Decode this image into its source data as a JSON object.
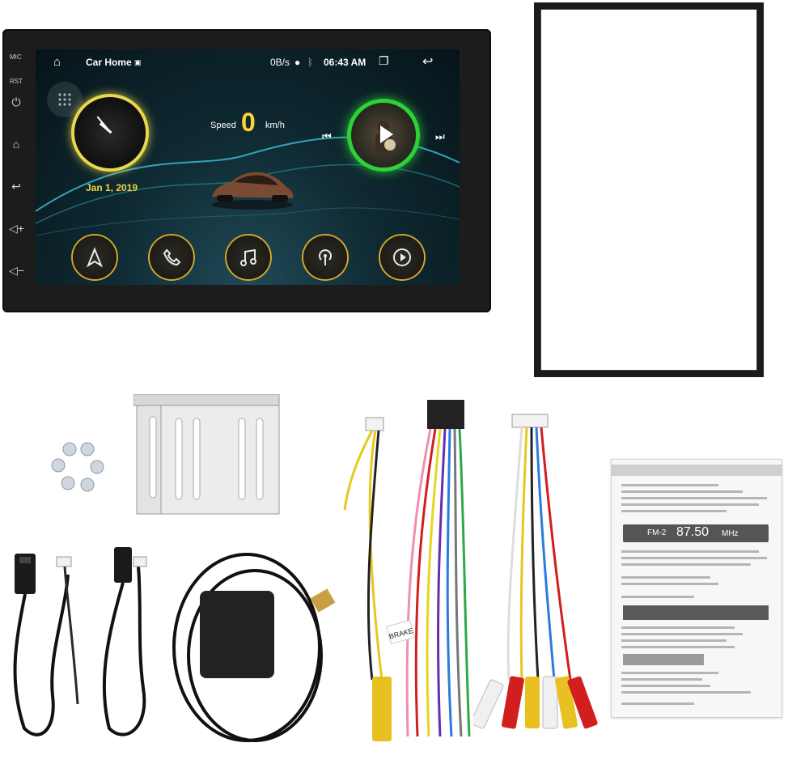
{
  "head_unit": {
    "side_labels": {
      "mic": "MIC",
      "rst": "RST"
    },
    "status_bar": {
      "title": "Car Home",
      "data_rate": "0B/s",
      "time": "06:43 AM"
    },
    "clock_widget": {
      "date": "Jan 1, 2019"
    },
    "speed_widget": {
      "label": "Speed",
      "value": "0",
      "unit": "km/h"
    },
    "dock": [
      "navigation-icon",
      "phone-icon",
      "music-note-icon",
      "radio-icon",
      "video-play-icon"
    ],
    "colors": {
      "accent_gold": "#d6a62f",
      "clock_glow": "#e8d84a",
      "music_glow": "#2ed13a",
      "speed": "#ffd23a"
    }
  },
  "accessories": {
    "harness_label": "BRAKE"
  },
  "manual": {
    "fm_band": "FM-2",
    "fm_freq": "87.50",
    "fm_unit": "MHz"
  }
}
